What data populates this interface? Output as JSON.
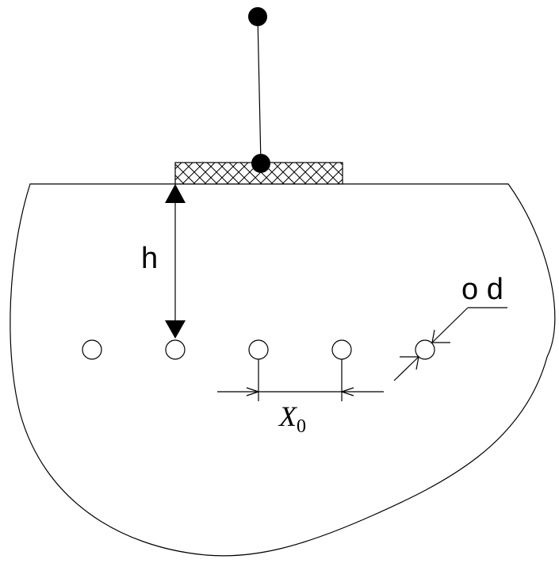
{
  "labels": {
    "depth": "h",
    "diameter": "o d",
    "spacing_var": "X",
    "spacing_sub": "0"
  },
  "colors": {
    "stroke": "#000000",
    "background": "#ffffff"
  },
  "elements": {
    "electrode_array_count": 5,
    "sensor_nodes": 2
  }
}
